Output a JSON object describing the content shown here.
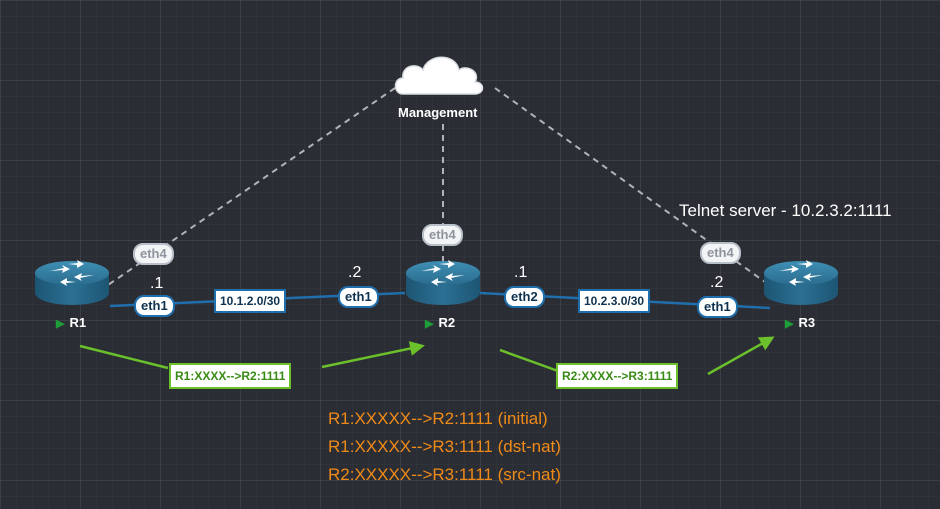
{
  "cloud": {
    "label": "Management"
  },
  "routers": [
    {
      "name": "R1"
    },
    {
      "name": "R2"
    },
    {
      "name": "R3"
    }
  ],
  "interfaces": {
    "r1_eth4": "eth4",
    "r2_eth4": "eth4",
    "r3_eth4": "eth4",
    "r1_eth1": "eth1",
    "r2_eth1": "eth1",
    "r2_eth2": "eth2",
    "r3_eth1": "eth1"
  },
  "ip_suffixes": {
    "r1_eth1": ".1",
    "r2_eth1": ".2",
    "r2_eth2": ".1",
    "r3_eth1": ".2"
  },
  "networks": {
    "link1": "10.1.2.0/30",
    "link2": "10.2.3.0/30"
  },
  "flows": {
    "r1_to_r2": "R1:XXXX-->R2:1111",
    "r2_to_r3": "R2:XXXX-->R3:1111"
  },
  "server_label": "Telnet server - 10.2.3.2:1111",
  "notes": [
    "R1:XXXXX-->R2:1111 (initial)",
    "R1:XXXXX-->R3:1111 (dst-nat)",
    "R2:XXXXX-->R3:1111 (src-nat)"
  ],
  "colors": {
    "background": "#2a2d33",
    "link": "#1f6fae",
    "management_link": "#b0b4b8",
    "flow_arrow": "#6cc02b",
    "note_text": "#f08a18"
  },
  "icons": [
    "cloud-icon",
    "router-icon",
    "play-icon"
  ]
}
